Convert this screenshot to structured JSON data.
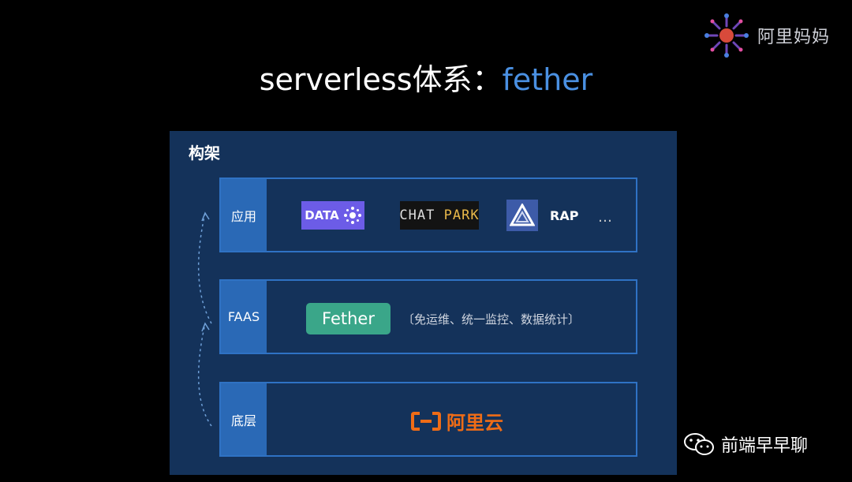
{
  "brand": {
    "name": "阿里妈妈",
    "icon": "alimama-burst-icon"
  },
  "title": {
    "prefix": "serverless体系：",
    "accent": "fether"
  },
  "panel": {
    "heading": "构架",
    "rows": [
      {
        "label": "应用",
        "apps": [
          {
            "name": "DATA",
            "icon": "data-dots-icon"
          },
          {
            "name_left": "CHAT",
            "name_right": "PARK"
          },
          {
            "name": "RAP",
            "icon": "rap-triangle-icon"
          }
        ],
        "more": "…"
      },
      {
        "label": "FAAS",
        "button": "Fether",
        "description": "〔免运维、统一监控、数据统计〕"
      },
      {
        "label": "底层",
        "provider": "阿里云",
        "provider_icon": "aliyun-bracket-icon"
      }
    ]
  },
  "footer": {
    "text": "前端早早聊",
    "icon": "wechat-icon"
  },
  "colors": {
    "panel": "#14325a",
    "label_bg": "#2a69b6",
    "border": "#2f72c4",
    "accent": "#4a90e2",
    "fether_green": "#3aa689",
    "aliyun_orange": "#ef6c16",
    "data_purple": "#6c5ce7"
  }
}
